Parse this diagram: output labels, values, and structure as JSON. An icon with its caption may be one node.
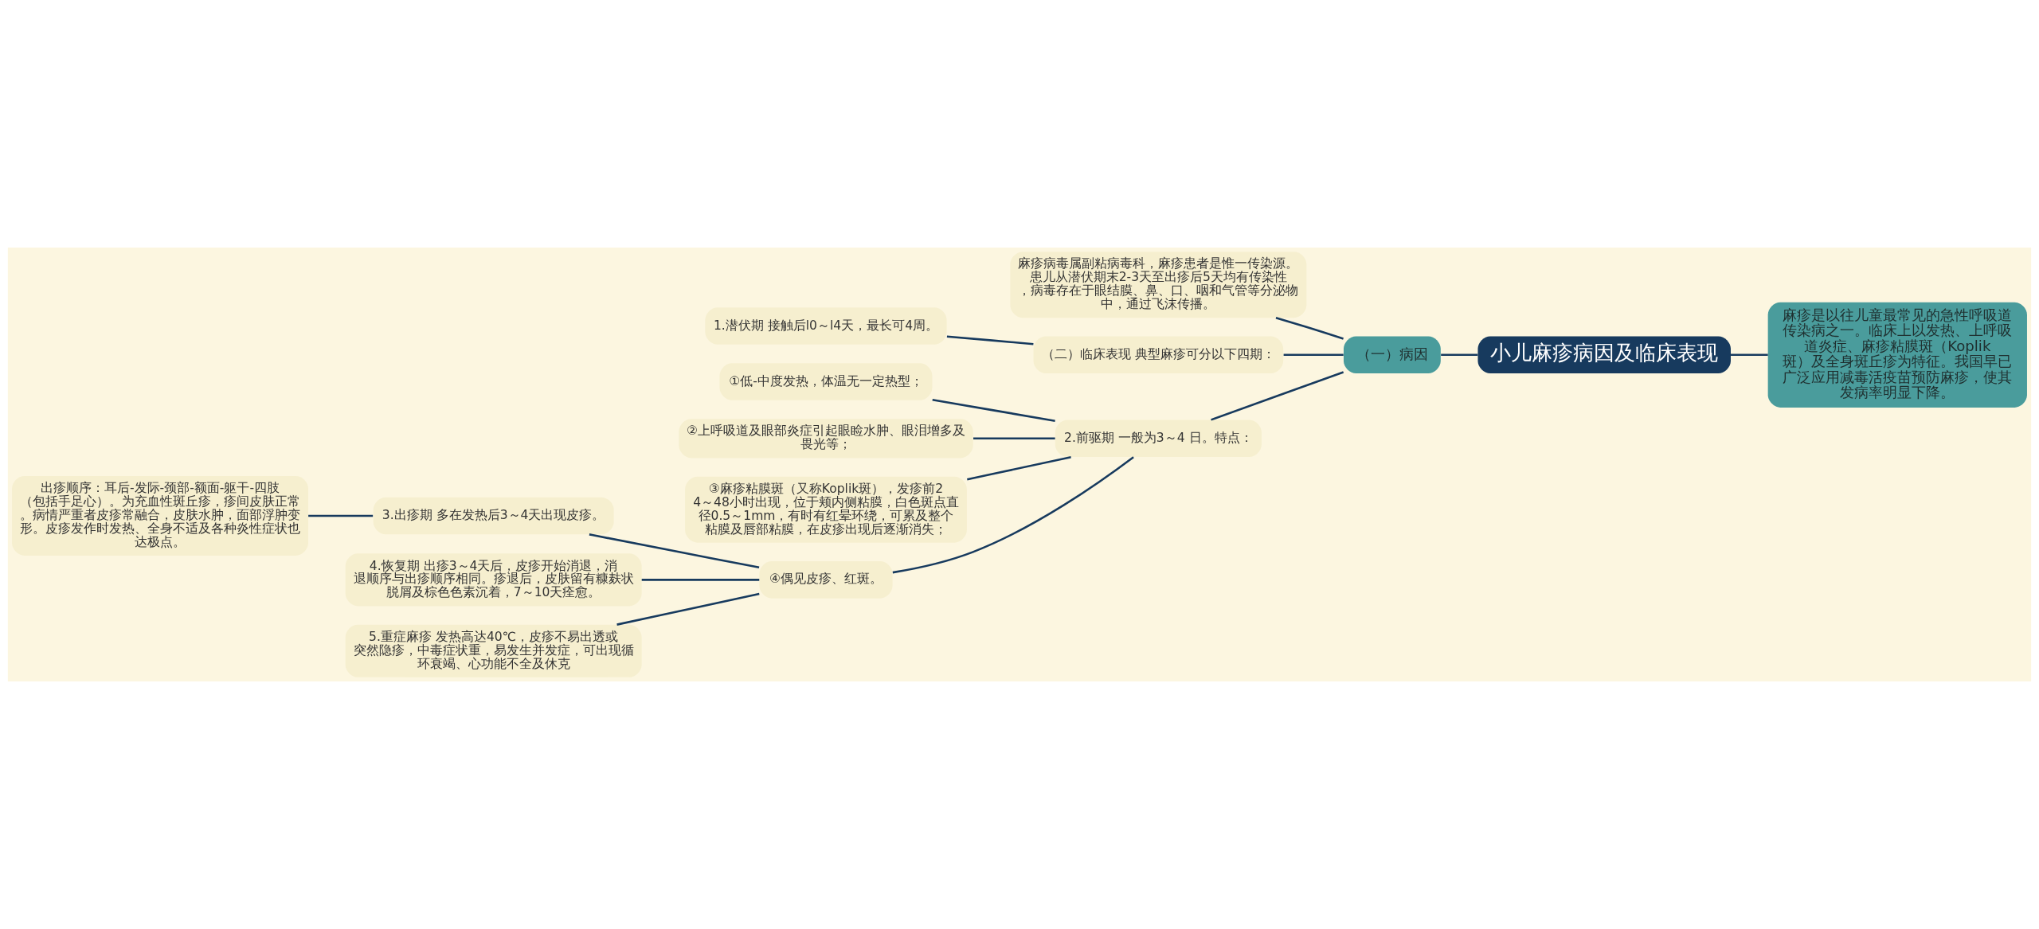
{
  "diagram": {
    "nodes": [
      {
        "text": [
          "小儿麻疹病因及临床表现"
        ]
      },
      {
        "text": [
          "麻疹是以往儿童最常见的急性呼吸道传染病之一。临床上以发热、上呼吸道炎症、麻疹粘膜斑（Koplik斑）及全身斑丘疹为特征。我国早已广泛应用减毒活疫苗预防麻疹，使其发病率明显下降。"
        ]
      },
      {
        "text": [
          "（一）病因"
        ]
      },
      {
        "text": [
          "麻疹病毒属副粘病毒科，麻疹患者是惟一传染源。患儿从潜伏期末2-3天至出疹后5天均有传染性，病毒存在于眼结膜、鼻、口、咽和气管等分泌物中，通过飞沫传播。"
        ]
      },
      {
        "text": [
          "（二）临床表现 典型麻疹可分以下四期："
        ]
      },
      {
        "text": [
          "1.潜伏期 接触后l0～l4天，最长可4周。"
        ]
      },
      {
        "text": [
          "2.前驱期 一般为3～4 日。特点："
        ]
      },
      {
        "text": [
          "①低-中度发热，体温无一定热型；"
        ]
      },
      {
        "text": [
          "②上呼吸道及眼部炎症引起眼睑水肿、眼泪增多及畏光等；"
        ]
      },
      {
        "text": [
          "③麻疹粘膜斑（又称Koplik斑），发疹前24～48小时出现，位于颊内侧粘膜，白色斑点直径0.5～1mm，有时有红晕环绕，可累及整个粘膜及唇部粘膜，在皮疹出现后逐渐消失；"
        ]
      },
      {
        "text": [
          "④偶见皮疹、红斑。"
        ]
      },
      {
        "text": [
          "3.出疹期 多在发热后3～4天出现皮疹。"
        ]
      },
      {
        "text": [
          "出疹顺序：耳后-发际-颈部-额面-躯干-四肢（包括手足心）。为充血性斑丘疹，疹间皮肤正常。病情严重者皮疹常融合，皮肤水肿，面部浮肿变形。皮疹发作时发热、全身不适及各种炎性症状也达极点。"
        ]
      },
      {
        "text": [
          "4.恢复期 出疹3～4天后，皮疹开始消退，消退顺序与出疹顺序相同。疹退后，皮肤留有糠麸状脱屑及棕色色素沉着，7～10天痊愈。"
        ]
      },
      {
        "text": [
          "5.重症麻疹 发热高达40℃，皮疹不易出透或突然隐疹，中毒症状重，易发生并发症，可出现循环衰竭、心功能不全及休克"
        ]
      }
    ],
    "edges": [
      {
        "from": 1,
        "to": 0,
        "arrow": "none"
      },
      {
        "from": 0,
        "to": 2,
        "arrow": "none"
      },
      {
        "from": 2,
        "to": 3,
        "arrow": "none"
      },
      {
        "from": 2,
        "to": 4,
        "arrow": "none"
      },
      {
        "from": 2,
        "to": 6,
        "arrow": "none"
      },
      {
        "from": 4,
        "to": 5,
        "arrow": "none"
      },
      {
        "from": 6,
        "to": 7,
        "arrow": "none"
      },
      {
        "from": 6,
        "to": 8,
        "arrow": "none"
      },
      {
        "from": 6,
        "to": 9,
        "arrow": "none"
      },
      {
        "from": 6,
        "to": 10,
        "arrow": "none"
      },
      {
        "from": 10,
        "to": 11,
        "arrow": "none"
      },
      {
        "from": 10,
        "to": 13,
        "arrow": "none"
      },
      {
        "from": 10,
        "to": 14,
        "arrow": "none"
      },
      {
        "from": 11,
        "to": 12,
        "arrow": "none"
      }
    ]
  }
}
